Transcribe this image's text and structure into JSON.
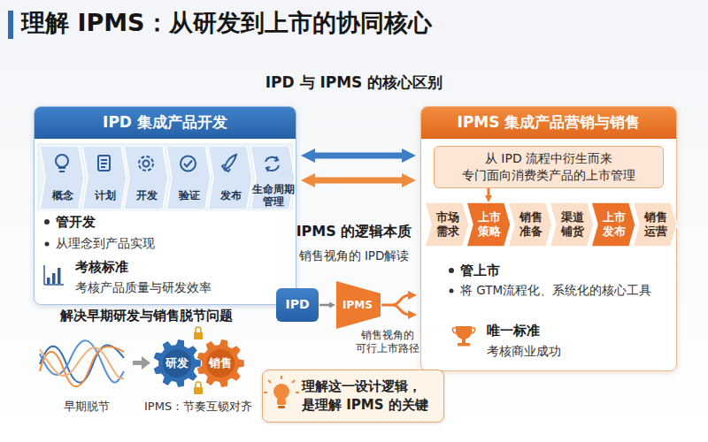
{
  "diagram": {
    "title": "理解 IPMS：从研发到上市的协同核心",
    "nodes": [
      {
        "text": [
          "IPD 集成产品开发",
          "管开发",
          "从理念到产品实现",
          "考核标准",
          "考核产品质量与研发效率"
        ]
      },
      {
        "text": [
          "概念"
        ],
        "in": 0
      },
      {
        "text": [
          "计划"
        ],
        "in": 0
      },
      {
        "text": [
          "开发"
        ],
        "in": 0
      },
      {
        "text": [
          "验证"
        ],
        "in": 0
      },
      {
        "text": [
          "发布"
        ],
        "in": 0
      },
      {
        "text": [
          "生命周期 管理"
        ],
        "in": 0
      },
      {
        "text": [
          "IPMS 集成产品营销与销售",
          "管上市",
          "将 GTM流程化、系统化的核心工具",
          "唯一标准",
          "考核商业成功"
        ]
      },
      {
        "text": [
          "从 IPD 流程中衍生而来 专门面向消费类产品的上市管理"
        ],
        "in": 7
      },
      {
        "text": [
          "市场 需求"
        ],
        "in": 7
      },
      {
        "text": [
          "上市 策略"
        ],
        "in": 7
      },
      {
        "text": [
          "销售 准备"
        ],
        "in": 7
      },
      {
        "text": [
          "渠道 铺货"
        ],
        "in": 7
      },
      {
        "text": [
          "上市 发布"
        ],
        "in": 7
      },
      {
        "text": [
          "销售 运营"
        ],
        "in": 7
      },
      {
        "text": [
          "IPD"
        ]
      },
      {
        "text": [
          "IPMS"
        ]
      },
      {
        "text": [
          "研发"
        ]
      },
      {
        "text": [
          "销售"
        ]
      },
      {
        "text": [
          "理解这一设计逻辑， 是理解 IPMS 的关键"
        ]
      }
    ],
    "edges": [
      {
        "from": 0,
        "to": 7,
        "arrow": "both"
      },
      {
        "from": 0,
        "to": 7,
        "arrow": "both"
      },
      {
        "from": 8,
        "to": 10,
        "arrow": "to"
      },
      {
        "from": 15,
        "to": 16,
        "arrow": "to"
      }
    ],
    "labels": [
      "IPD 与 IPMS 的核心区别",
      "IPMS 的逻辑本质",
      "销售视角的 IPD解读",
      "销售视角的 可行上市路径",
      "解决早期研发与销售脱节问题",
      "早期脱节",
      "IPMS：节奏互锁对齐"
    ]
  }
}
